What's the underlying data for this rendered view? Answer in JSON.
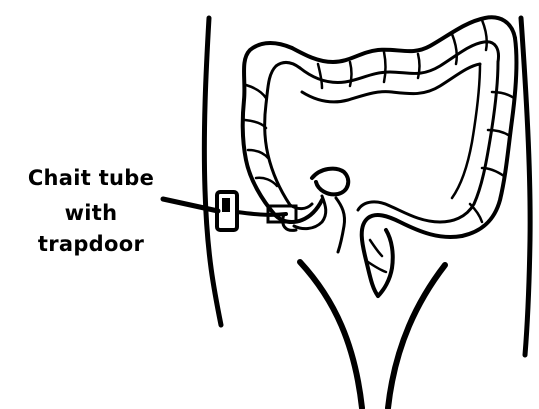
{
  "annotation": {
    "lines": [
      "Chait tube",
      "with",
      "trapdoor"
    ]
  },
  "colors": {
    "ink": "#000000",
    "background": "#ffffff"
  }
}
